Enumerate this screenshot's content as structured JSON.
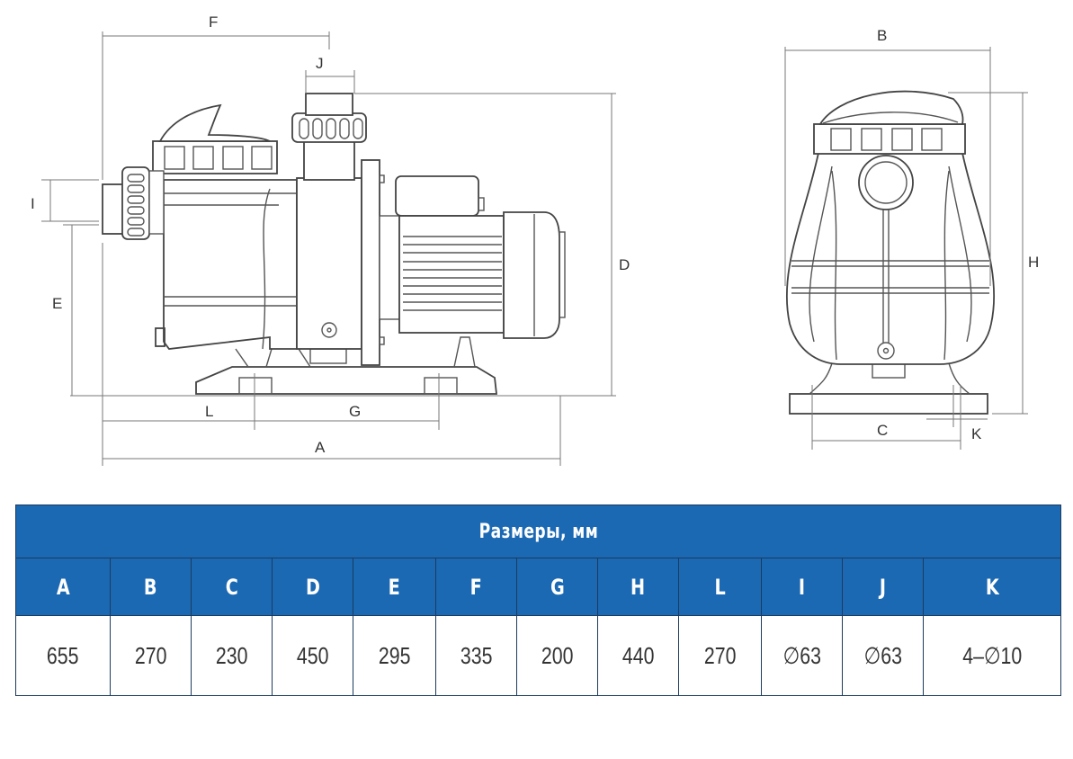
{
  "drawing": {
    "side_view_labels": {
      "A": "A",
      "D": "D",
      "E": "E",
      "F": "F",
      "G": "G",
      "I": "I",
      "J": "J",
      "L": "L"
    },
    "front_view_labels": {
      "B": "B",
      "C": "C",
      "H": "H",
      "K": "K"
    }
  },
  "table": {
    "title": "Размеры, мм",
    "header_color": "#1b68b3",
    "columns": [
      "A",
      "B",
      "C",
      "D",
      "E",
      "F",
      "G",
      "H",
      "L",
      "I",
      "J",
      "K"
    ],
    "values": [
      "655",
      "270",
      "230",
      "450",
      "295",
      "335",
      "200",
      "440",
      "270",
      "∅63",
      "∅63",
      "4–∅10"
    ]
  }
}
